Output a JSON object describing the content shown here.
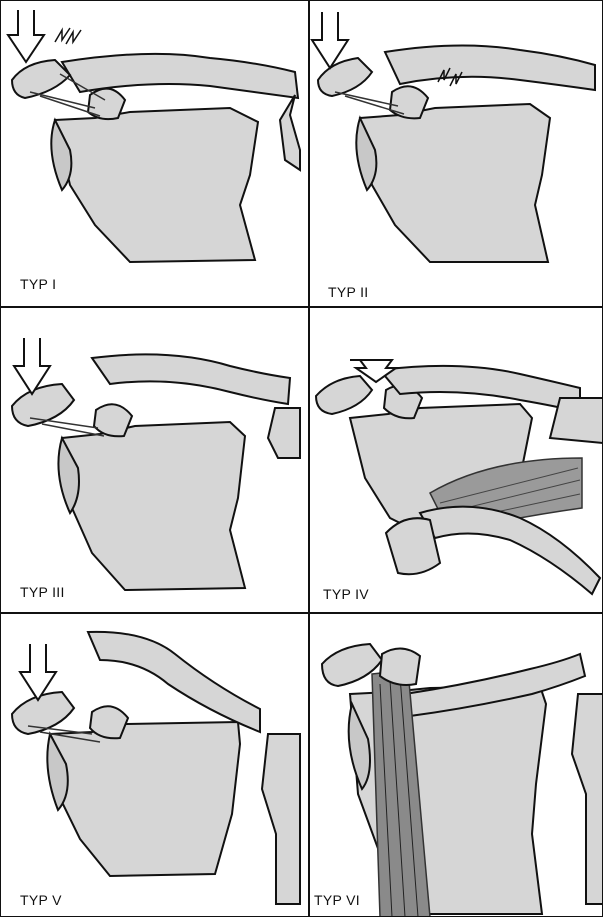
{
  "panels": [
    {
      "label": "TYP I"
    },
    {
      "label": "TYP II"
    },
    {
      "label": "TYP III"
    },
    {
      "label": "TYP IV"
    },
    {
      "label": "TYP V"
    },
    {
      "label": "TYP VI"
    }
  ],
  "colors": {
    "bone_fill": "#d4d4d4",
    "outline": "#111111",
    "muscle": "#555555",
    "background": "#ffffff"
  }
}
